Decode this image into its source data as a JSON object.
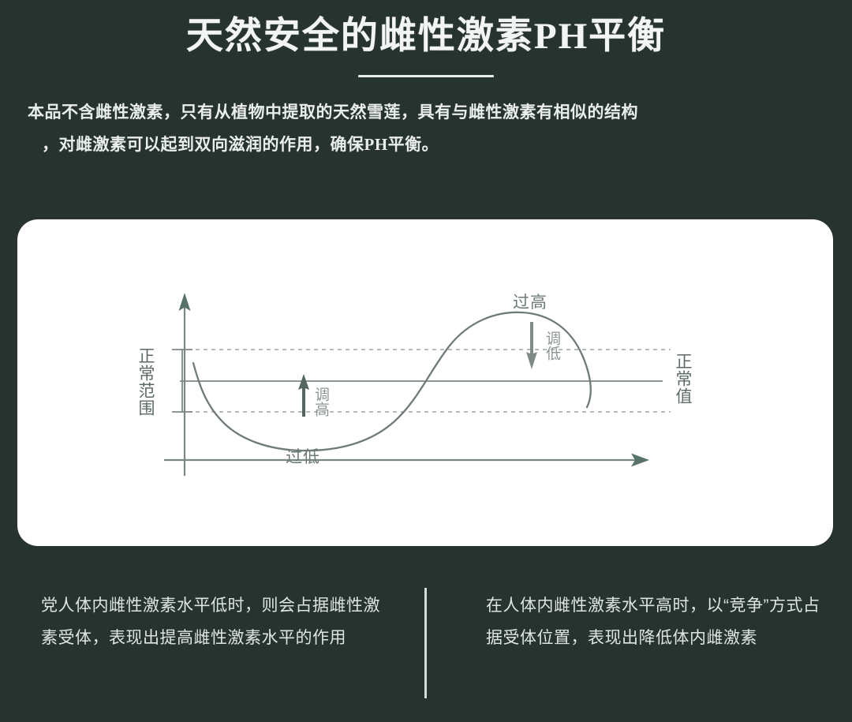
{
  "theme": {
    "background": "#27332f",
    "card_background": "#ffffff",
    "text_light": "#e9eeea",
    "chart_ink": "#6f7a75",
    "chart_accent": "#5b7068"
  },
  "header": {
    "title": "天然安全的雌性激素PH平衡",
    "divider": true,
    "subtitle_lines": [
      "本品不含雌性激素，只有从植物中提取的天然雪莲，具有与雌性激素有相似的结构",
      "，对雌激素可以起到双向滋润的作用，确保PH平衡。"
    ]
  },
  "chart_card": {
    "labels": {
      "normal_range": "正常范围",
      "normal_value": "正常值",
      "too_high": "过高",
      "too_low": "过低",
      "adjust_up": "调高",
      "adjust_down": "调低"
    },
    "icons": {
      "y_axis_arrow": "arrow-up-icon",
      "x_axis_arrow": "arrow-right-icon",
      "adjust_up_arrow": "arrow-up-icon",
      "adjust_down_arrow": "arrow-down-icon"
    }
  },
  "chart_data": {
    "type": "line",
    "title": "",
    "subtitle": "",
    "xlabel": "",
    "ylabel": "",
    "grid": false,
    "legend_position": "none",
    "axis_ranges": {
      "x": [
        0,
        10
      ],
      "y": [
        -1.6,
        1.6
      ]
    },
    "reference_lines": [
      {
        "name": "normal_value",
        "y": 0,
        "style": "solid",
        "label": "正常值"
      },
      {
        "name": "normal_range_upper",
        "y": 0.55,
        "style": "dashed",
        "label": "正常范围上限"
      },
      {
        "name": "normal_range_lower",
        "y": -0.55,
        "style": "dashed",
        "label": "正常范围下限"
      }
    ],
    "annotations": [
      {
        "text": "过高",
        "x": 6.4,
        "y": 1.35,
        "region": "above normal range"
      },
      {
        "text": "过低",
        "x": 3.1,
        "y": -1.3,
        "region": "below normal range"
      },
      {
        "text": "调高",
        "x": 3.6,
        "y": -0.3,
        "arrow": "up"
      },
      {
        "text": "调低",
        "x": 6.7,
        "y": 0.75,
        "arrow": "down"
      },
      {
        "text": "正常范围",
        "x": -0.9,
        "y": 0,
        "orientation": "vertical"
      },
      {
        "text": "正常值",
        "x": 10.3,
        "y": 0,
        "orientation": "vertical"
      }
    ],
    "series": [
      {
        "name": "雌性激素水平",
        "description": "sigmoid/S-curve starting just above the normal value, dipping below the normal range (过低), then rising above it (过高), then returning to the normal value",
        "x": [
          0.15,
          0.6,
          1.2,
          2.0,
          2.8,
          3.6,
          4.3,
          5.0,
          5.6,
          6.2,
          6.9,
          7.6,
          8.2,
          8.7,
          9.1,
          9.35
        ],
        "values": [
          0.32,
          -0.05,
          -0.52,
          -0.94,
          -1.12,
          -1.15,
          -1.02,
          -0.62,
          0.05,
          0.72,
          1.12,
          1.28,
          1.22,
          0.92,
          0.35,
          -0.22
        ]
      }
    ]
  },
  "footer": {
    "left_text": "党人体内雌性激素水平低时，则会占据雌性激素受体，表现出提高雌性激素水平的作用",
    "right_text": "在人体内雌性激素水平高时，以“竞争”方式占据受体位置，表现出降低体内雌激素",
    "divider": true
  }
}
